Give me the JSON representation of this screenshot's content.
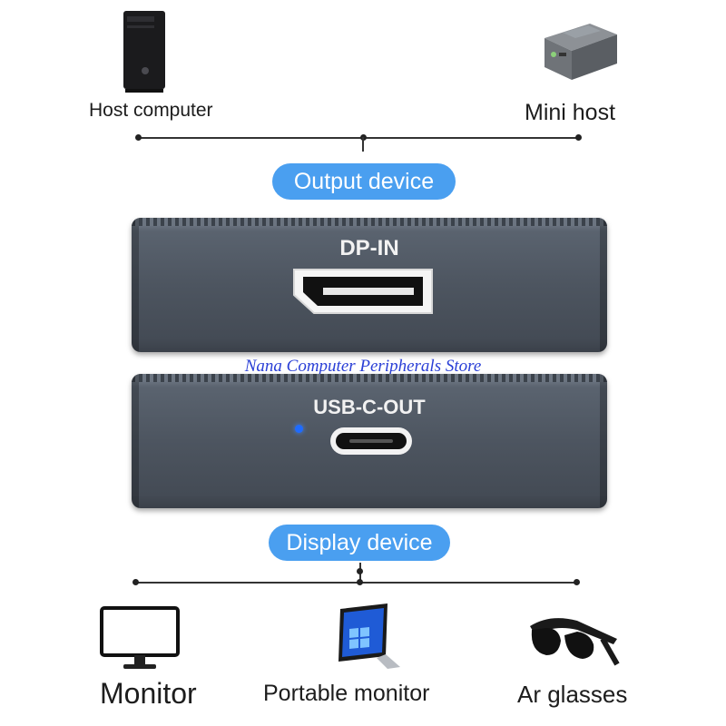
{
  "sources": {
    "left_label": "Host computer",
    "right_label": "Mini host",
    "left_icon": "desktop-tower-icon",
    "right_icon": "mini-pc-icon"
  },
  "output_badge": "Output device",
  "device": {
    "top_port_label": "DP-IN",
    "bottom_port_label": "USB-C-OUT",
    "led_color": "#1e6bff"
  },
  "watermark": "Nana Computer Peripherals Store",
  "display_badge": "Display device",
  "displays": [
    {
      "label": "Monitor",
      "icon": "monitor-icon"
    },
    {
      "label": "Portable monitor",
      "icon": "tablet-monitor-icon"
    },
    {
      "label": "Ar glasses",
      "icon": "ar-glasses-icon"
    }
  ],
  "colors": {
    "badge": "#4a9ff0",
    "module": "#4d5560",
    "watermark": "#2a3fd6"
  }
}
